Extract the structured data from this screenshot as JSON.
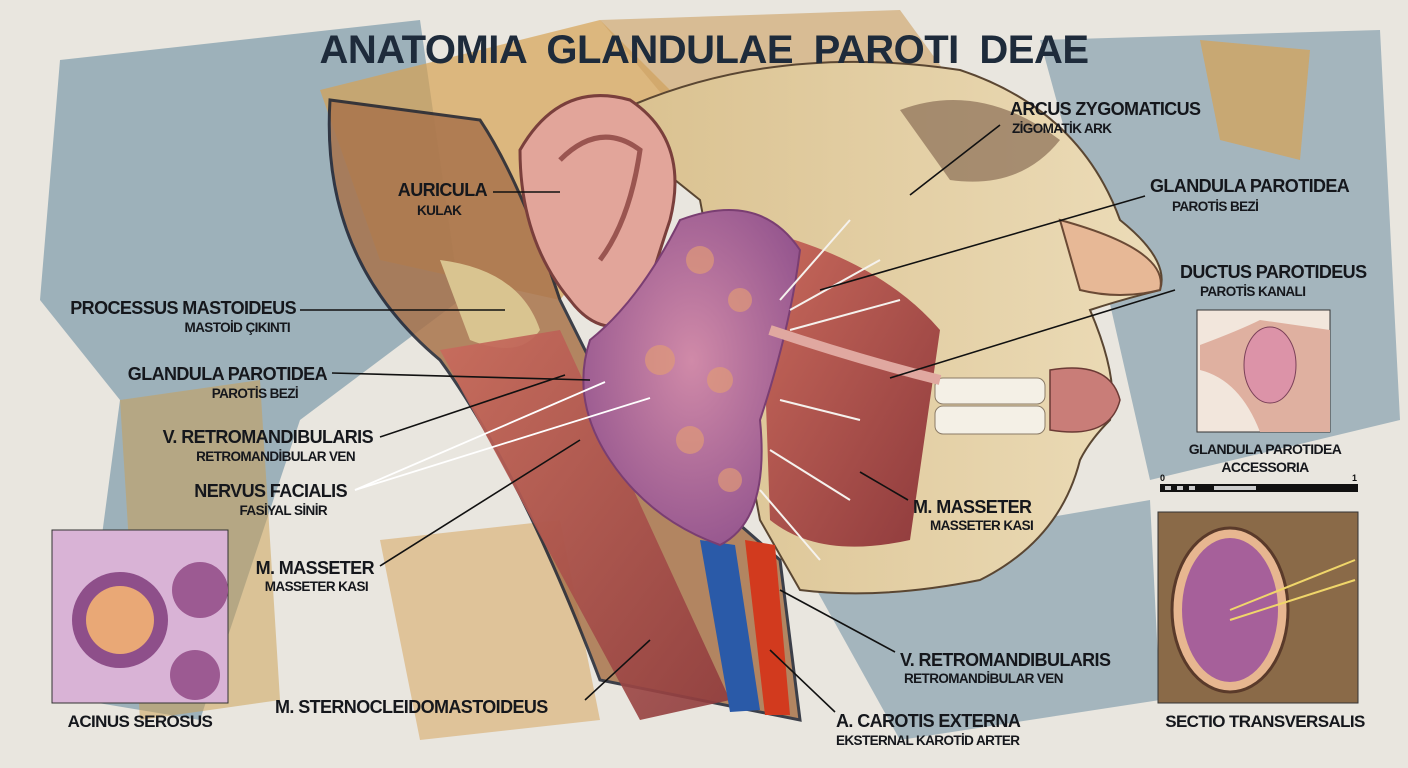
{
  "title": "ANATOMIA  GLANDULAE  PAROTI DEAE",
  "labels": {
    "auricula": {
      "latin": "AURICULA",
      "turkish": "KULAK"
    },
    "processus_mastoideus": {
      "latin": "PROCESSUS MASTOIDEUS",
      "turkish": "MASTOİD ÇIKINTI"
    },
    "glandula_parotidea_left": {
      "latin": "GLANDULA PAROTIDEA",
      "turkish": "PAROTİS BEZİ"
    },
    "v_retromandibularis_left": {
      "latin": "V. RETROMANDIBULARIS",
      "turkish": "RETROMANDİBULAR VEN"
    },
    "nervus_facialis": {
      "latin": "NERVUS FACIALIS",
      "turkish": "FASİYAL SİNİR"
    },
    "m_masseter_left": {
      "latin": "M. MASSETER",
      "turkish": "MASSETER KASI"
    },
    "arcus_zygomaticus": {
      "latin": "ARCUS ZYGOMATICUS",
      "turkish": "ZİGOMATİK ARK"
    },
    "glandula_parotidea_right": {
      "latin": "GLANDULA PAROTIDEA",
      "turkish": "PAROTİS BEZİ"
    },
    "ductus_parotideus": {
      "latin": "DUCTUS PAROTIDEUS",
      "turkish": "PAROTİS KANALI"
    },
    "m_masseter_right": {
      "latin": "M. MASSETER",
      "turkish": "MASSETER KASI"
    },
    "m_sternocleidomastoideus": {
      "latin": "M. STERNOCLEIDOMASTOIDEUS"
    },
    "v_retromandibularis_bottom": {
      "latin": "V. RETROMANDIBULARIS",
      "turkish": "RETROMANDİBULAR VEN"
    },
    "a_carotis_externa": {
      "latin": "A. CAROTIS EXTERNA",
      "turkish": "EKSTERNAL KAROTİD ARTER"
    }
  },
  "insets": {
    "accessory": {
      "caption_line1": "GLANDULA PAROTIDEA",
      "caption_line2": "ACCESSORIA"
    },
    "acinus": {
      "caption": "ACINUS SEROSUS"
    },
    "section": {
      "caption": "SECTIO TRANSVERSALIS"
    }
  },
  "scale_bar": {
    "min": "0",
    "max": "1"
  },
  "colors": {
    "title": "#1e2b3b",
    "gland": "#b878a8",
    "muscle": "#b5524a",
    "vein": "#2a5aa8",
    "artery": "#d23a1e",
    "bone": "#e6d8b0",
    "bg_blue": "#7f9cab",
    "bg_ochre": "#d49a45"
  }
}
